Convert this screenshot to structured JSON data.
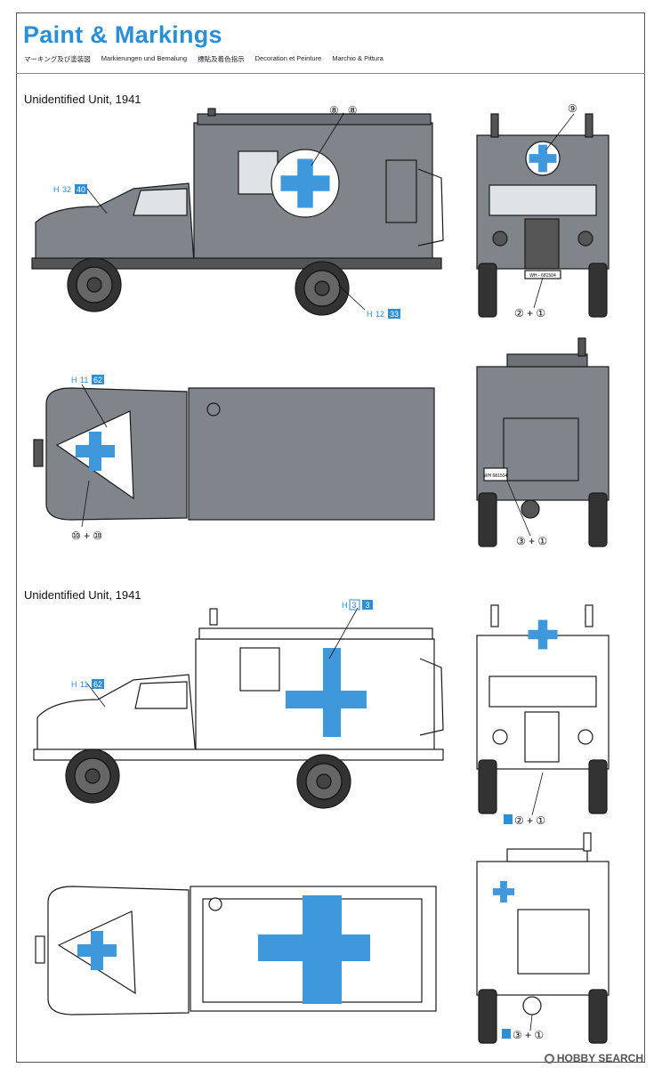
{
  "header": {
    "title": "Paint & Markings",
    "subtitles": [
      "マーキング及び塗装図",
      "Markierungen und Bemalung",
      "標貼及着色指示",
      "Decoration et Peinture",
      "Marchio & Pittura"
    ]
  },
  "schemes": [
    {
      "label": "Unidentified Unit, 1941",
      "color": "#7f858b"
    },
    {
      "label": "Unidentified Unit, 1941",
      "color": "#ffffff"
    }
  ],
  "plates": {
    "front": "WH - 681504",
    "rear": "WH 681504"
  },
  "callouts": {
    "c1_top_cross": "⑧ , ⑧",
    "c1_front_cross": "⑨",
    "c1_paint_cab": {
      "code": "H",
      "num": "32",
      "box": "40"
    },
    "c1_paint_wheel": {
      "code": "H",
      "num": "12",
      "box": "33"
    },
    "c1_front_plate": "② + ①",
    "c1_top_paint": {
      "code": "H",
      "num": "11",
      "box": "62"
    },
    "c1_top_hood": "⑩ + ⑩",
    "c1_rear_plate": "③ + ①",
    "c2_paint_box": {
      "code": "H",
      "num": "3",
      "box": "3"
    },
    "c2_paint_cab": {
      "code": "H",
      "num": "11",
      "box": "62"
    },
    "c2_front_plate": "② + ①",
    "c2_rear_plate": "③ + ①"
  },
  "colors": {
    "accent": "#2a8fd6",
    "cross": "#3f97dc",
    "grey": "#7f858b",
    "line": "#1a1a1a"
  },
  "watermark": "HOBBY SEARCH"
}
